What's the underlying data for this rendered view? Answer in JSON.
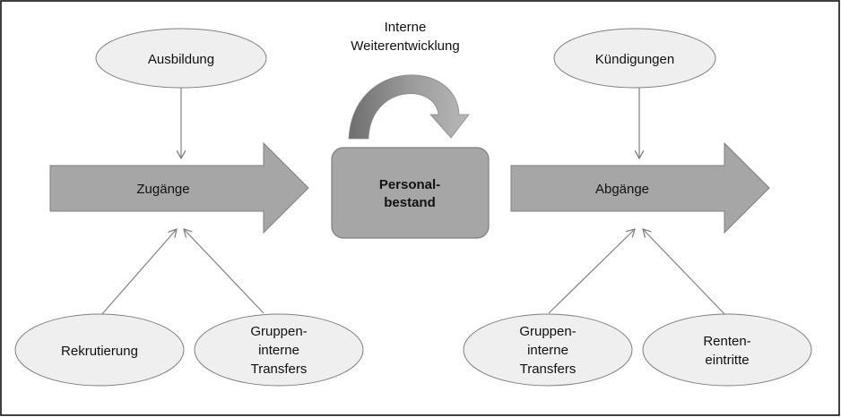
{
  "diagram": {
    "inflow_label": "Zugänge",
    "outflow_label": "Abgänge",
    "stock_line1": "Personal-",
    "stock_line2": "bestand",
    "internal_line1": "Interne",
    "internal_line2": "Weiterentwicklung",
    "sources": {
      "ausbildung": "Ausbildung",
      "rekrutierung": "Rekrutierung",
      "transfers_in_line1": "Gruppen-",
      "transfers_in_line2": "interne",
      "transfers_in_line3": "Transfers"
    },
    "sinks": {
      "kuendigungen": "Kündigungen",
      "transfers_out_line1": "Gruppen-",
      "transfers_out_line2": "interne",
      "transfers_out_line3": "Transfers",
      "renten_line1": "Renten-",
      "renten_line2": "eintritte"
    }
  },
  "colors": {
    "arrow_fill": "#a6a6a6",
    "box_fill": "#a6a6a6",
    "ellipse_fill": "#efefef",
    "stroke": "#7f7f7f",
    "curved_arrow_dark": "#7a7a7a",
    "curved_arrow_light": "#b3b3b3"
  }
}
